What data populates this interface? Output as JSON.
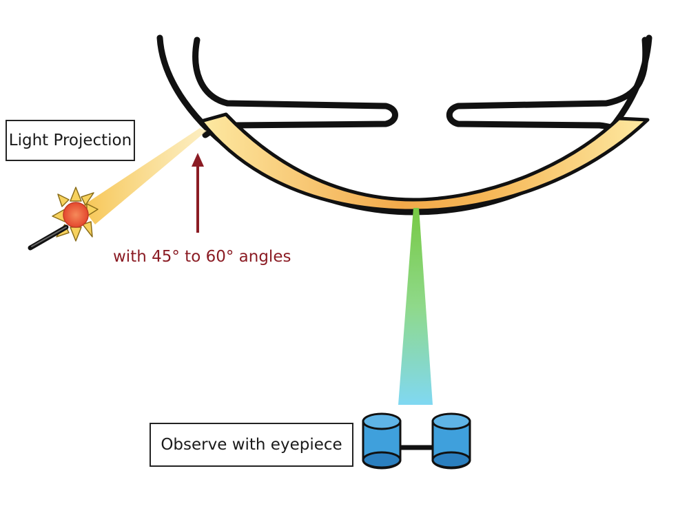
{
  "labels": {
    "light_projection": "Light Projection",
    "angle_note": "with 45° to 60° angles",
    "observe": "Observe with eyepiece"
  },
  "colors": {
    "outline": "#111111",
    "band_light": "#fde9a2",
    "band_mid": "#f8c86a",
    "band_dark": "#f2a94a",
    "arrow": "#8b1c24",
    "sun_core": "#ef5a3c",
    "sun_rays": "#f7d25e",
    "beam_top": "#f3b63a",
    "observe_beam_top": "#7fcf3a",
    "observe_beam_bottom": "#7fd8f0",
    "eyepiece": "#3fa0dc",
    "eyepiece_dark": "#2b7fbf"
  }
}
